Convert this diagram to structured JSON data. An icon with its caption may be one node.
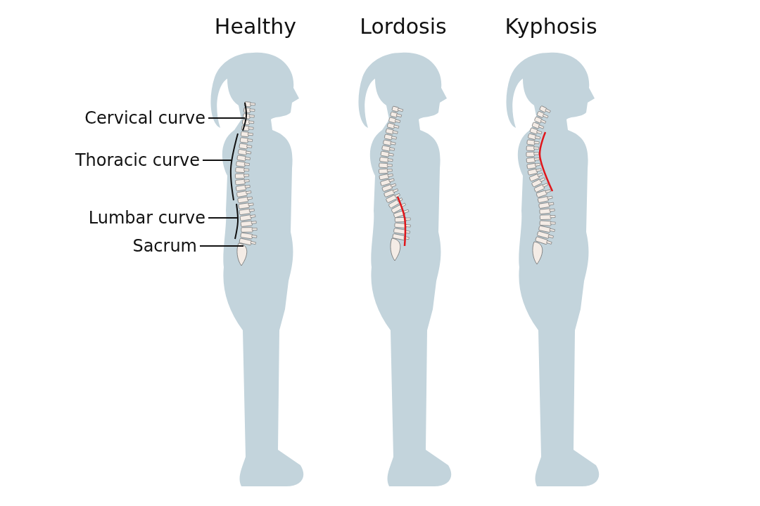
{
  "diagram": {
    "nodes": [
      {
        "text": [
          "Cervical curve"
        ]
      },
      {
        "text": [
          "Thoracic curve"
        ]
      },
      {
        "text": [
          "Lumbar curve"
        ]
      },
      {
        "text": [
          "Sacrum"
        ]
      }
    ],
    "edges": [
      {
        "from": 0,
        "to": null,
        "arrow": "none"
      },
      {
        "from": 1,
        "to": null,
        "arrow": "none"
      },
      {
        "from": 2,
        "to": null,
        "arrow": "none"
      },
      {
        "from": 3,
        "to": null,
        "arrow": "none"
      }
    ],
    "labels": [
      "Healthy",
      "Lordosis",
      "Kyphosis"
    ]
  }
}
